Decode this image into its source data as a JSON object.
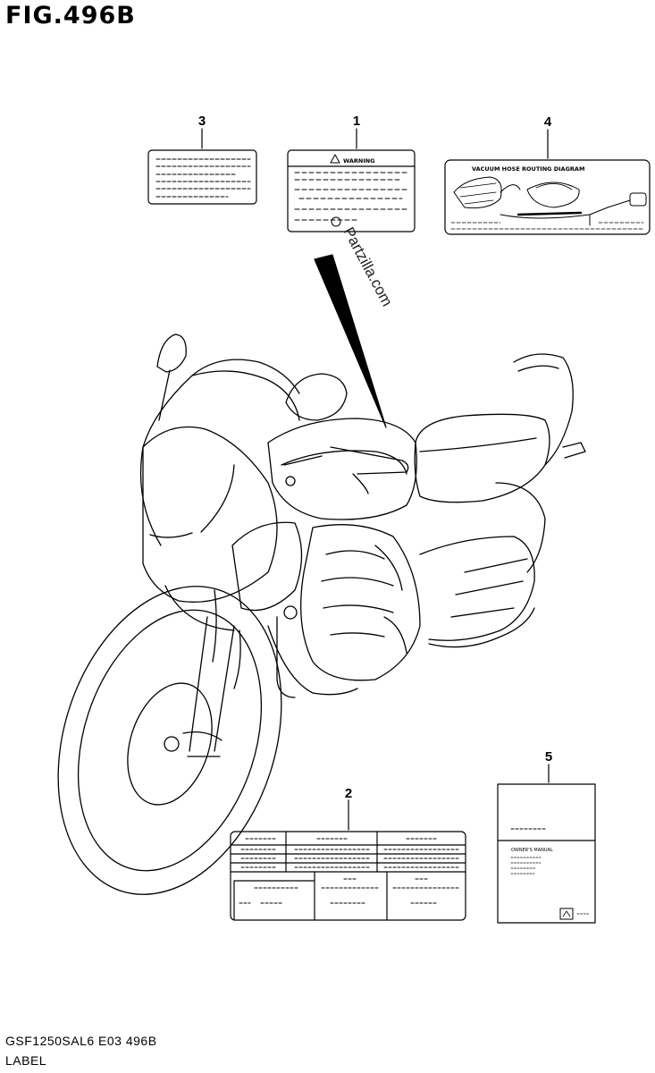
{
  "figure": {
    "title": "FIG.496B",
    "footer_code": "GSF1250SAL6  E03  496B",
    "footer_label": "LABEL"
  },
  "callouts": [
    "1",
    "2",
    "3",
    "4",
    "5"
  ],
  "labels": {
    "warning_title": "WARNING",
    "vacuum_title": "VACUUM  HOSE  ROUTING  DIAGRAM",
    "manual_title": "OWNER'S MANUAL"
  },
  "watermark": "Partzilla.com",
  "colors": {
    "line": "#000000",
    "background": "#ffffff"
  }
}
